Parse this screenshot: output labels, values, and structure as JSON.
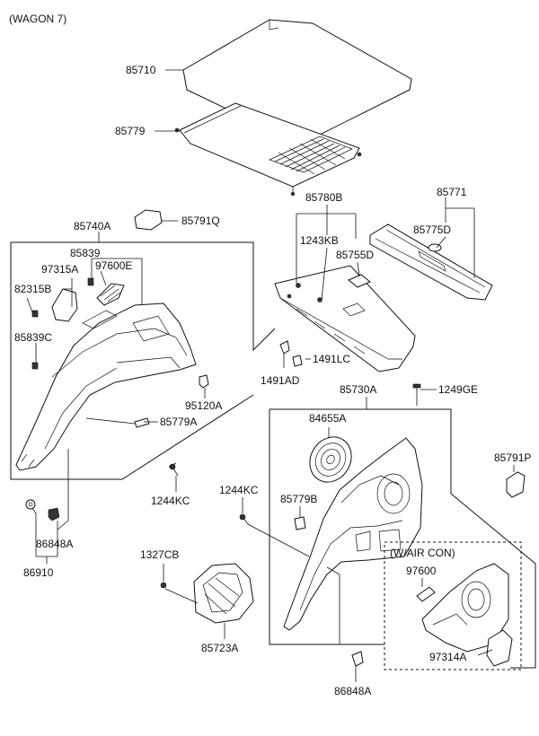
{
  "header": "(WAGON 7)",
  "inset_label": "(W/AIR CON)",
  "parts": {
    "p85710": "85710",
    "p85779": "85779",
    "p85780B": "85780B",
    "p85771": "85771",
    "p85740A": "85740A",
    "p85791Q": "85791Q",
    "p85839": "85839",
    "p1243KB": "1243KB",
    "p85775D": "85775D",
    "p97315A": "97315A",
    "p97600E": "97600E",
    "p85755D": "85755D",
    "p82315B": "82315B",
    "p85839C": "85839C",
    "p1491LC": "1491LC",
    "p1491AD": "1491AD",
    "p95120A": "95120A",
    "p85730A": "85730A",
    "p1249GE": "1249GE",
    "p84655A": "84655A",
    "p85779A": "85779A",
    "p85791P": "85791P",
    "p1244KC_a": "1244KC",
    "p1244KC_b": "1244KC",
    "p85779B": "85779B",
    "p86848A_a": "86848A",
    "p86910": "86910",
    "p1327CB": "1327CB",
    "p97600": "97600",
    "p97314A": "97314A",
    "p85723A": "85723A",
    "p86848A_b": "86848A"
  }
}
